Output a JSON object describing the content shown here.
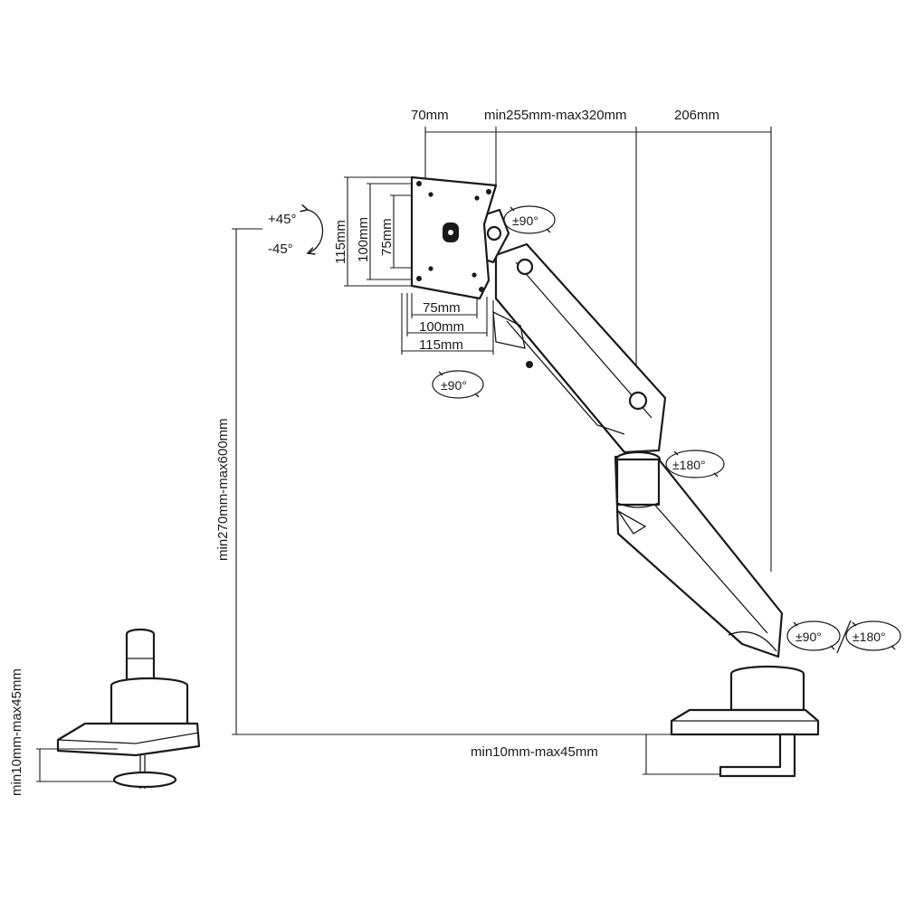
{
  "dimensions": {
    "top_offset": "70mm",
    "arm_reach": "min255mm-max320mm",
    "base_offset": "206mm",
    "height_range": "min270mm-max600mm",
    "desk_thickness_base": "min10mm-max45mm",
    "desk_thickness_side": "min10mm-max45mm"
  },
  "vesa": {
    "width_115": "115mm",
    "width_100": "100mm",
    "width_75": "75mm",
    "height_115": "115mm",
    "height_100": "100mm",
    "height_75": "75mm"
  },
  "rotations": {
    "tilt_plus": "+45°",
    "tilt_minus": "-45°",
    "head_swivel": "±90°",
    "plate_rotation": "±90°",
    "elbow": "±180°",
    "base_swivel": "±90°",
    "base_rotation": "±180°"
  },
  "colors": {
    "line": "#1a1a1a",
    "background": "#ffffff"
  }
}
